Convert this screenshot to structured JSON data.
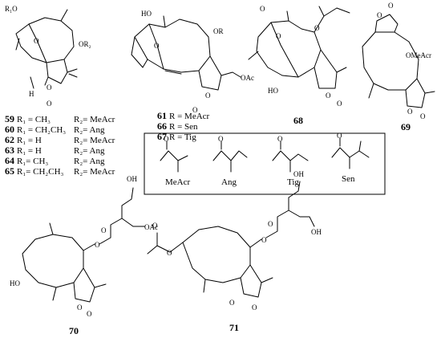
{
  "compounds": {
    "c59": {
      "num": "59",
      "r1": "R₁ = CH₃",
      "r2": "R₂= MeAcr"
    },
    "c60": {
      "num": "60",
      "r1": "R₁ = CH₂CH₃",
      "r2": "R₂= Ang"
    },
    "c62": {
      "num": "62",
      "r1": "R₁ = H",
      "r2": "R₂= MeAcr"
    },
    "c63": {
      "num": "63",
      "r1": "R₁ = H",
      "r2": "R₂= Ang"
    },
    "c64": {
      "num": "64",
      "r1": "R₁= CH₃",
      "r2": "R₂= Ang"
    },
    "c65": {
      "num": "65",
      "r1": "R₁= CH₂CH₃",
      "r2": "R₂= MeAcr"
    },
    "c61": {
      "num": "61",
      "r": "R = MeAcr"
    },
    "c66": {
      "num": "66",
      "r": "R = Sen"
    },
    "c67": {
      "num": "67",
      "r": "R = Tig"
    },
    "c68": {
      "num": "68"
    },
    "c69": {
      "num": "69"
    },
    "c70": {
      "num": "70"
    },
    "c71": {
      "num": "71"
    }
  },
  "acyl_groups": [
    "MeAcr",
    "Ang",
    "Tig",
    "Sen"
  ],
  "atom_labels": {
    "r1o": "R₁O",
    "o": "O",
    "h": "H",
    "or2": "OR₂",
    "ho": "HO",
    "or": "OR",
    "oac": "OAc",
    "ome_acr": "OMeAcr",
    "oh": "OH"
  }
}
